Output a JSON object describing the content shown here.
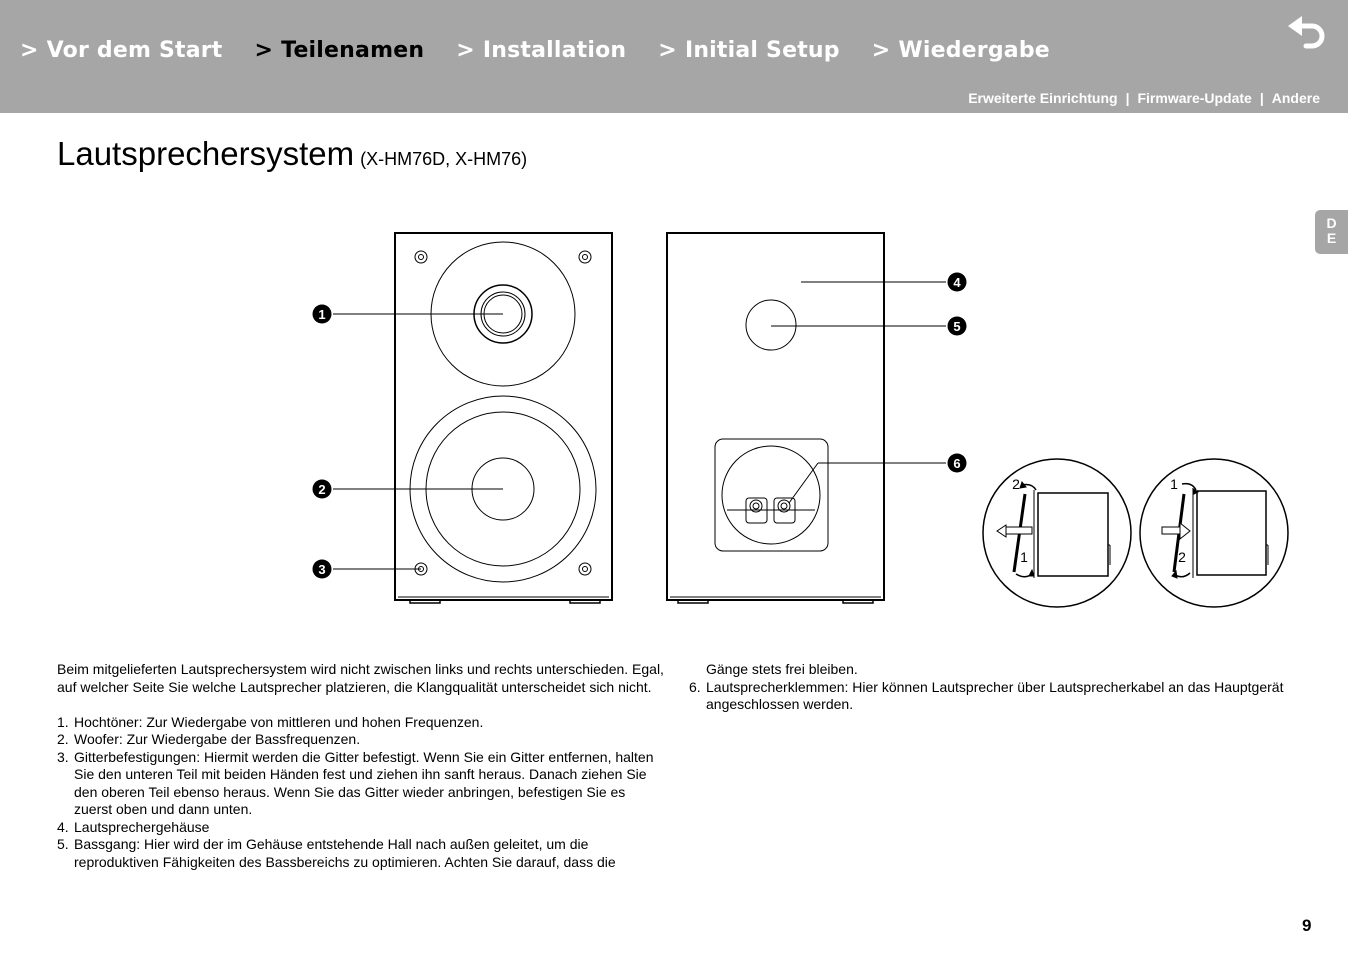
{
  "nav": {
    "items": [
      {
        "chevron": ">",
        "label": "Vor dem Start",
        "active": false
      },
      {
        "chevron": ">",
        "label": "Teilenamen",
        "active": true
      },
      {
        "chevron": ">",
        "label": "Installation",
        "active": false
      },
      {
        "chevron": ">",
        "label": "Initial Setup",
        "active": false
      },
      {
        "chevron": ">",
        "label": "Wiedergabe",
        "active": false
      }
    ],
    "back_icon": "return-arrow-icon",
    "sublinks": [
      "Erweiterte Einrichtung",
      "Firmware-Update",
      "Andere"
    ],
    "separator": "|"
  },
  "title": {
    "main": "Lautsprechersystem",
    "models": "(X-HM76D, X-HM76)"
  },
  "lang_tab": {
    "letter1": "D",
    "letter2": "E"
  },
  "figure": {
    "callouts": [
      "1",
      "2",
      "3",
      "4",
      "5",
      "6"
    ],
    "grille_left": {
      "top_label": "2",
      "bottom_label": "1"
    },
    "grille_right": {
      "top_label": "1",
      "bottom_label": "2"
    }
  },
  "body": {
    "intro": "Beim mitgelieferten Lautsprechersystem wird nicht zwischen links und rechts unterschieden. Egal, auf welcher Seite Sie welche Lautsprecher platzieren, die Klangqualität unterscheidet sich nicht.",
    "items": [
      {
        "num": "1.",
        "text": "Hochtöner: Zur Wiedergabe von mittleren und hohen Frequenzen."
      },
      {
        "num": "2.",
        "text": "Woofer: Zur Wiedergabe der Bassfrequenzen."
      },
      {
        "num": "3.",
        "text": "Gitterbefestigungen: Hiermit werden die Gitter befestigt. Wenn Sie ein Gitter entfernen, halten Sie den unteren Teil mit beiden Händen fest und ziehen ihn sanft heraus. Danach ziehen Sie den oberen Teil ebenso heraus. Wenn Sie das Gitter wieder anbringen, befestigen Sie es zuerst oben und dann unten."
      },
      {
        "num": "4.",
        "text": "Lautsprechergehäuse"
      },
      {
        "num": "5.",
        "text": "Bassgang: Hier wird der im Gehäuse entstehende Hall nach außen geleitet, um die reproduktiven Fähigkeiten des Bassbereichs zu optimieren. Achten Sie darauf, dass die"
      }
    ],
    "item5_continued": "Gänge stets frei bleiben.",
    "item6": {
      "num": "6.",
      "text": "Lautsprecherklemmen: Hier können Lautsprecher über Lautsprecherkabel an das Hauptgerät angeschlossen werden."
    }
  },
  "page_number": "9"
}
